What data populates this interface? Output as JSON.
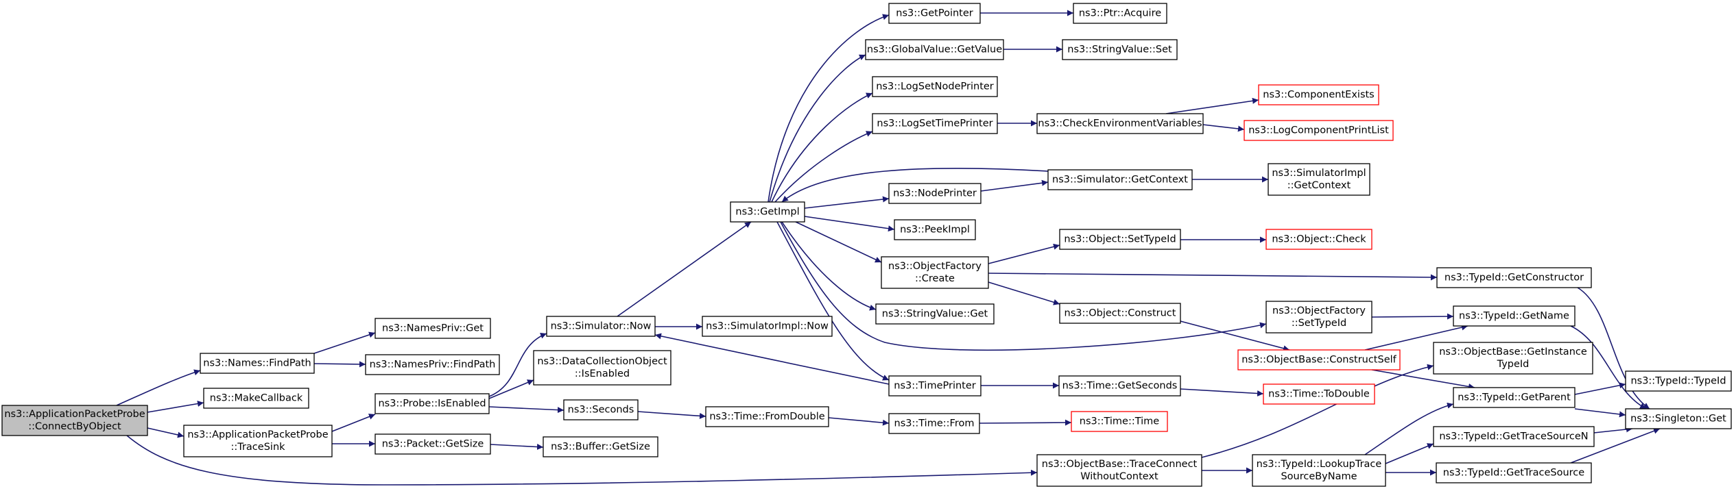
{
  "colors": {
    "edge": "#191970",
    "root_fill": "#bfbfbf",
    "node_fill": "#ffffff",
    "node_stroke": "#000000",
    "missing_stroke": "#ff0000"
  },
  "nodes": [
    {
      "id": "root",
      "lines": [
        "ns3::ApplicationPacketProbe",
        "::ConnectByObject"
      ],
      "kind": "root"
    },
    {
      "id": "names_findpath",
      "lines": [
        "ns3::Names::FindPath"
      ],
      "kind": "normal"
    },
    {
      "id": "makecallback",
      "lines": [
        "ns3::MakeCallback"
      ],
      "kind": "normal"
    },
    {
      "id": "app_tracesink",
      "lines": [
        "ns3::ApplicationPacketProbe",
        "::TraceSink"
      ],
      "kind": "normal"
    },
    {
      "id": "namespriv_get",
      "lines": [
        "ns3::NamesPriv::Get"
      ],
      "kind": "normal"
    },
    {
      "id": "namespriv_findpath",
      "lines": [
        "ns3::NamesPriv::FindPath"
      ],
      "kind": "normal"
    },
    {
      "id": "probe_isenabled",
      "lines": [
        "ns3::Probe::IsEnabled"
      ],
      "kind": "normal"
    },
    {
      "id": "packet_getsize",
      "lines": [
        "ns3::Packet::GetSize"
      ],
      "kind": "normal"
    },
    {
      "id": "sim_now",
      "lines": [
        "ns3::Simulator::Now"
      ],
      "kind": "normal"
    },
    {
      "id": "dco_isenabled",
      "lines": [
        "ns3::DataCollectionObject",
        "::IsEnabled"
      ],
      "kind": "normal"
    },
    {
      "id": "seconds",
      "lines": [
        "ns3::Seconds"
      ],
      "kind": "normal"
    },
    {
      "id": "buffer_getsize",
      "lines": [
        "ns3::Buffer::GetSize"
      ],
      "kind": "normal"
    },
    {
      "id": "simimpl_now",
      "lines": [
        "ns3::SimulatorImpl::Now"
      ],
      "kind": "normal"
    },
    {
      "id": "time_fromdouble",
      "lines": [
        "ns3::Time::FromDouble"
      ],
      "kind": "normal"
    },
    {
      "id": "getimpl",
      "lines": [
        "ns3::GetImpl"
      ],
      "kind": "normal"
    },
    {
      "id": "getpointer",
      "lines": [
        "ns3::GetPointer"
      ],
      "kind": "normal"
    },
    {
      "id": "globalvalue_getvalue",
      "lines": [
        "ns3::GlobalValue::GetValue"
      ],
      "kind": "normal"
    },
    {
      "id": "logsetnodeprinter",
      "lines": [
        "ns3::LogSetNodePrinter"
      ],
      "kind": "normal"
    },
    {
      "id": "logsettimeprinter",
      "lines": [
        "ns3::LogSetTimePrinter"
      ],
      "kind": "normal"
    },
    {
      "id": "nodeprinter",
      "lines": [
        "ns3::NodePrinter"
      ],
      "kind": "normal"
    },
    {
      "id": "peekimpl",
      "lines": [
        "ns3::PeekImpl"
      ],
      "kind": "normal"
    },
    {
      "id": "objectfactory_create",
      "lines": [
        "ns3::ObjectFactory",
        "::Create"
      ],
      "kind": "normal"
    },
    {
      "id": "stringvalue_get",
      "lines": [
        "ns3::StringValue::Get"
      ],
      "kind": "normal"
    },
    {
      "id": "timeprinter",
      "lines": [
        "ns3::TimePrinter"
      ],
      "kind": "normal"
    },
    {
      "id": "time_from",
      "lines": [
        "ns3::Time::From"
      ],
      "kind": "normal"
    },
    {
      "id": "ptr_acquire",
      "lines": [
        "ns3::Ptr::Acquire"
      ],
      "kind": "normal"
    },
    {
      "id": "stringvalue_set",
      "lines": [
        "ns3::StringValue::Set"
      ],
      "kind": "normal"
    },
    {
      "id": "checkenv",
      "lines": [
        "ns3::CheckEnvironmentVariables"
      ],
      "kind": "normal"
    },
    {
      "id": "sim_getcontext",
      "lines": [
        "ns3::Simulator::GetContext"
      ],
      "kind": "normal"
    },
    {
      "id": "object_settypeid",
      "lines": [
        "ns3::Object::SetTypeId"
      ],
      "kind": "normal"
    },
    {
      "id": "object_construct",
      "lines": [
        "ns3::Object::Construct"
      ],
      "kind": "normal"
    },
    {
      "id": "time_getseconds",
      "lines": [
        "ns3::Time::GetSeconds"
      ],
      "kind": "normal"
    },
    {
      "id": "time_time",
      "lines": [
        "ns3::Time::Time"
      ],
      "kind": "missing"
    },
    {
      "id": "objbase_tracecwc",
      "lines": [
        "ns3::ObjectBase::TraceConnect",
        "WithoutContext"
      ],
      "kind": "normal"
    },
    {
      "id": "componentexists",
      "lines": [
        "ns3::ComponentExists"
      ],
      "kind": "missing"
    },
    {
      "id": "logcomponentprintlist",
      "lines": [
        "ns3::LogComponentPrintList"
      ],
      "kind": "missing"
    },
    {
      "id": "simimpl_getcontext",
      "lines": [
        "ns3::SimulatorImpl",
        "::GetContext"
      ],
      "kind": "normal"
    },
    {
      "id": "object_check",
      "lines": [
        "ns3::Object::Check"
      ],
      "kind": "missing"
    },
    {
      "id": "objectfactory_settypeid",
      "lines": [
        "ns3::ObjectFactory",
        "::SetTypeId"
      ],
      "kind": "normal"
    },
    {
      "id": "objbase_constructself",
      "lines": [
        "ns3::ObjectBase::ConstructSelf"
      ],
      "kind": "missing"
    },
    {
      "id": "time_todouble",
      "lines": [
        "ns3::Time::ToDouble"
      ],
      "kind": "missing"
    },
    {
      "id": "typeid_lookuptrace",
      "lines": [
        "ns3::TypeId::LookupTrace",
        "SourceByName"
      ],
      "kind": "normal"
    },
    {
      "id": "typeid_getconstructor",
      "lines": [
        "ns3::TypeId::GetConstructor"
      ],
      "kind": "normal"
    },
    {
      "id": "typeid_getname",
      "lines": [
        "ns3::TypeId::GetName"
      ],
      "kind": "normal"
    },
    {
      "id": "objbase_getinstancetypeid",
      "lines": [
        "ns3::ObjectBase::GetInstance",
        "TypeId"
      ],
      "kind": "normal"
    },
    {
      "id": "typeid_getparent",
      "lines": [
        "ns3::TypeId::GetParent"
      ],
      "kind": "normal"
    },
    {
      "id": "typeid_gettracesourcen",
      "lines": [
        "ns3::TypeId::GetTraceSourceN"
      ],
      "kind": "normal"
    },
    {
      "id": "typeid_gettracesource",
      "lines": [
        "ns3::TypeId::GetTraceSource"
      ],
      "kind": "normal"
    },
    {
      "id": "typeid_typeid",
      "lines": [
        "ns3::TypeId::TypeId"
      ],
      "kind": "normal"
    },
    {
      "id": "singleton_get",
      "lines": [
        "ns3::Singleton::Get"
      ],
      "kind": "normal"
    }
  ]
}
